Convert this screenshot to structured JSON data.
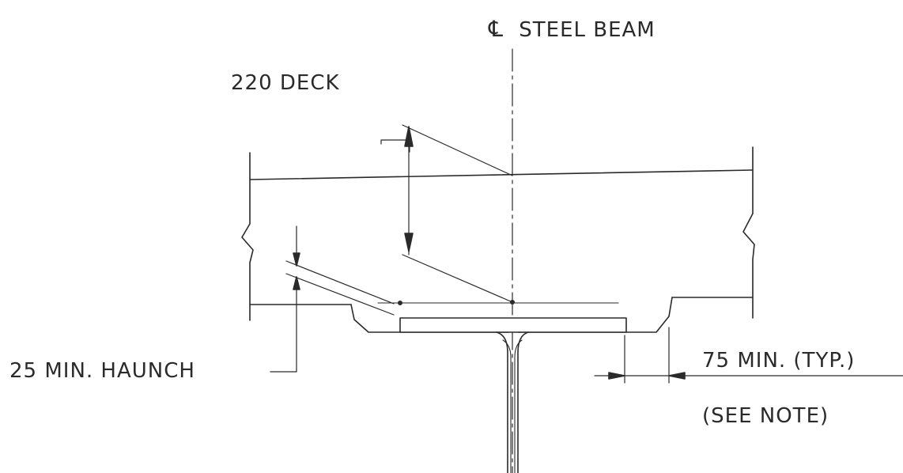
{
  "labels": {
    "centerline_symbol": "℄",
    "steel_beam": "STEEL BEAM",
    "deck": "220 DECK",
    "haunch": "25 MIN. HAUNCH",
    "min_typ": "75 MIN. (TYP.)",
    "see_note": "(SEE NOTE)"
  },
  "colors": {
    "ink": "#2a2a2a",
    "background": "#ffffff"
  }
}
